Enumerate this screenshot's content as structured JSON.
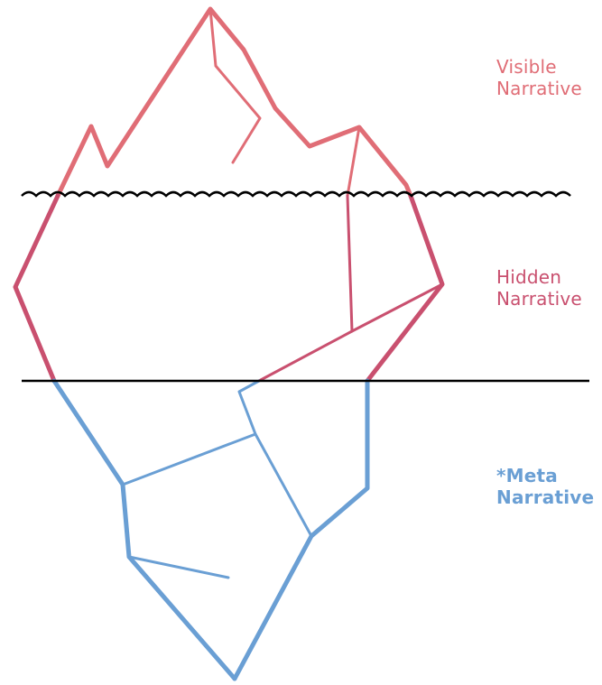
{
  "layers": {
    "visible": {
      "line1": "Visible",
      "line2": "Narrative",
      "color": "#e06d76"
    },
    "hidden": {
      "line1": "Hidden",
      "line2": "Narrative",
      "color": "#c9506f"
    },
    "meta": {
      "line1": "*Meta",
      "line2": "Narrative",
      "color": "#6a9fd4"
    }
  },
  "waterline_color": "#000000",
  "background": "#ffffff"
}
